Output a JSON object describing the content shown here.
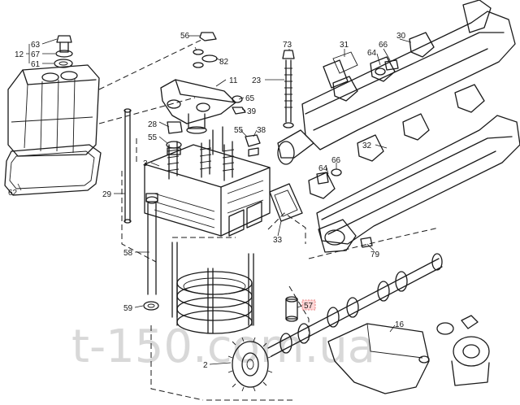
{
  "watermark": {
    "text": "t-150.com.ua"
  },
  "callouts": [
    "63",
    "12",
    "67",
    "61",
    "62",
    "56",
    "82",
    "11",
    "65",
    "39",
    "28",
    "55",
    "3",
    "29",
    "58",
    "59",
    "55",
    "38",
    "23",
    "73",
    "31",
    "64",
    "66",
    "30",
    "32",
    "64",
    "66",
    "33",
    "79",
    "57",
    "16",
    "2"
  ],
  "highlight": {
    "label": "57",
    "color": "#e06060"
  }
}
